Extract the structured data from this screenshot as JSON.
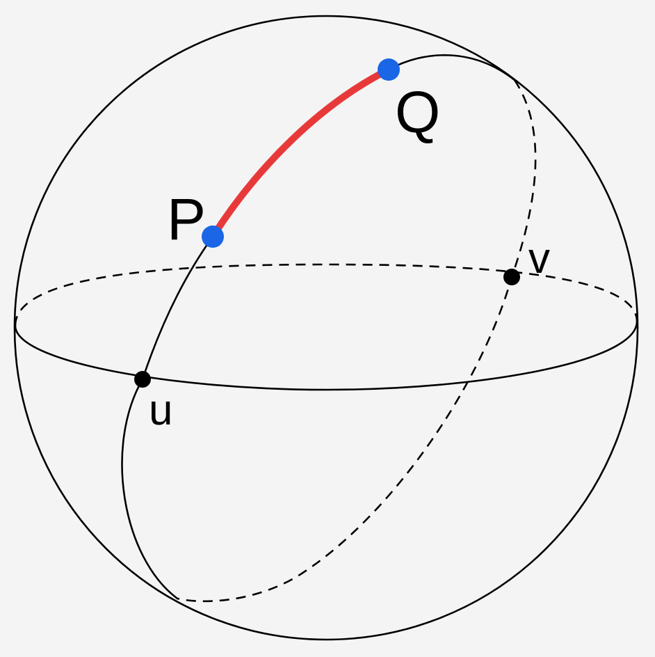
{
  "labels": {
    "p": "P",
    "q": "Q",
    "u": "u",
    "v": "v"
  },
  "colors": {
    "background": "#f4f4f4",
    "outline": "#000000",
    "arc": "#e8393a",
    "endpoint": "#1a66e6",
    "point": "#000000"
  }
}
